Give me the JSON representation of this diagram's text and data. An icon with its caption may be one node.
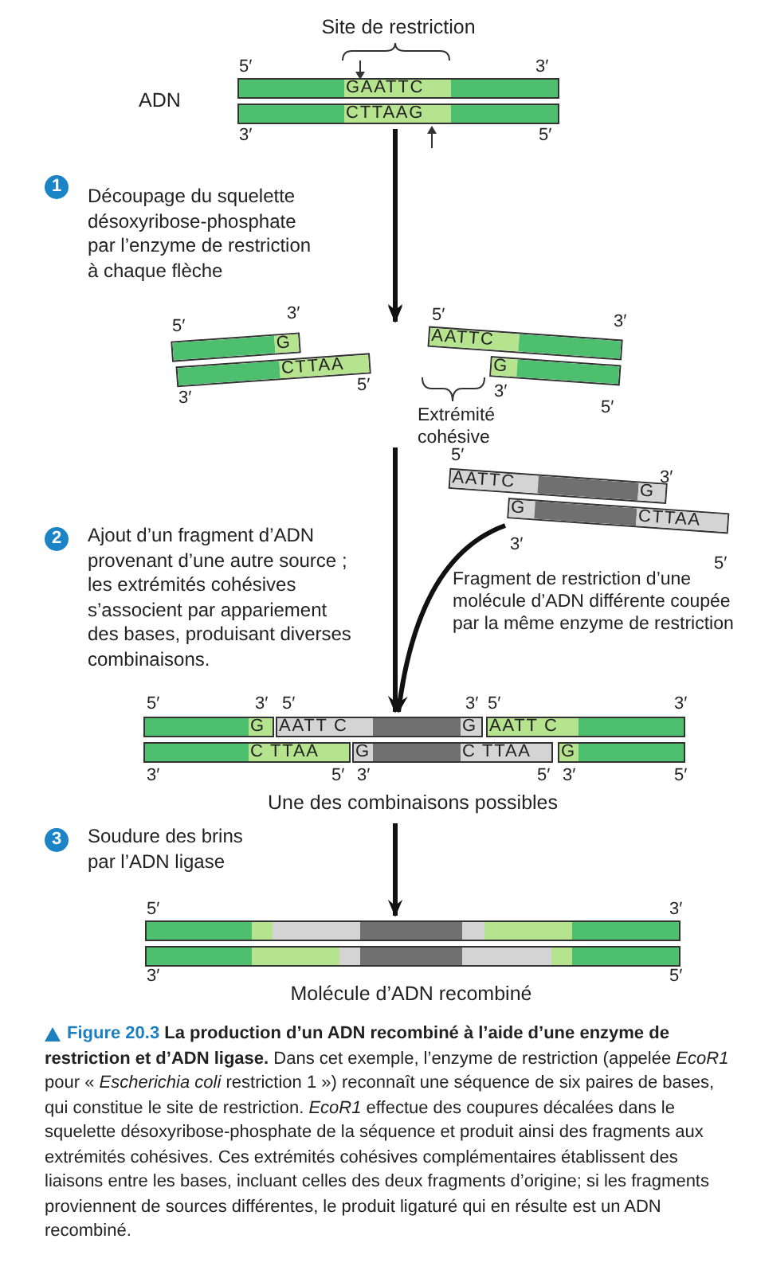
{
  "diagram": {
    "nodes": [
      {
        "text": [
          "GAATTC",
          "CTTAAG"
        ],
        "beside": [
          "ADN"
        ]
      },
      {
        "text": [
          "G",
          "CTTAA"
        ]
      },
      {
        "text": [
          "AATTC",
          "G"
        ]
      },
      {
        "text": [
          "AATTC",
          "G",
          "G",
          "CTTAA"
        ]
      },
      {
        "text": [
          "G",
          "AATT C",
          "G",
          "AATT C",
          "C TTAA",
          "G",
          "C TTAA",
          "G"
        ],
        "beside": [
          "Une des combinaisons possibles"
        ]
      },
      {
        "text": [],
        "shape": "bar",
        "beside": [
          "Molécule d’ADN recombiné"
        ]
      }
    ],
    "edges": [
      {
        "from": 0,
        "to": 1,
        "arrow": "to"
      },
      {
        "from": 0,
        "to": 2,
        "arrow": "to"
      },
      {
        "from": null,
        "to": 4,
        "arrow": "to"
      },
      {
        "from": 3,
        "to": 4,
        "arrow": "to"
      },
      {
        "from": 4,
        "to": 5,
        "arrow": "to"
      }
    ],
    "labels": [
      "Site de restriction",
      "5′",
      "3′",
      "3′",
      "5′",
      "1",
      "Découpage du squelette désoxyribose-phosphate par l’enzyme de restriction à chaque flèche",
      "5′",
      "3′",
      "5′",
      "3′",
      "5′",
      "3′",
      "3′",
      "5′",
      "Extrémité cohésive",
      "5′",
      "3′",
      "3′",
      "5′",
      "2",
      "Ajout d’un fragment d’ADN provenant d’une autre source ; les extrémités cohésives s’associent par appariement des bases, produisant diverses combinaisons.",
      "5′",
      "3′",
      "5′",
      "3′",
      "5′",
      "3′",
      "3′",
      "5′",
      "3′",
      "5′",
      "3′",
      "5′",
      "3",
      "Soudure des brins par l’ADN ligase",
      "5′",
      "3′",
      "3′",
      "5′",
      "Fragment de restriction d’une molécule d’ADN différente coupée par la même enzyme de restriction"
    ],
    "caption": "**Figure 20.3** **La production d’un ADN recombiné à l’aide d’une enzyme de restriction et d’ADN ligase.** Dans cet exemple, l’enzyme de restriction (appelée *EcoR1* pour « *Escherichia coli* restriction 1 ») reconnaît une séquence de six paires de bases, qui constitue le site de restriction. *EcoR1* effectue des coupures décalées dans le squelette désoxyribose-phosphate de la séquence et produit ainsi des fragments aux extrémités cohésives. Ces extrémités cohésives complémentaires établissent des liaisons entre les bases, incluant celles des deux fragments d’origine; si les fragments proviennent de sources différentes, le produit ligaturé qui en résulte est un ADN recombiné."
  }
}
